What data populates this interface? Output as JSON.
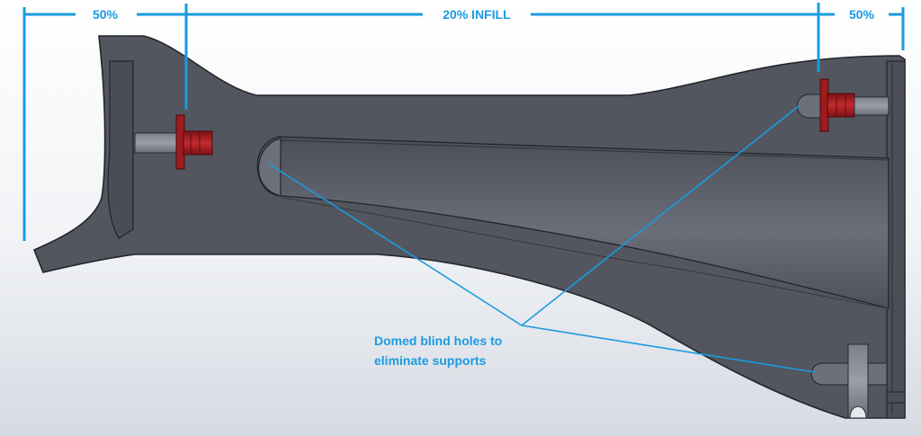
{
  "dimensions": {
    "left_label": "50%",
    "center_label": "20% INFILL",
    "right_label": "50%"
  },
  "callout": {
    "line1": "Domed blind holes to",
    "line2": "eliminate supports"
  },
  "colors": {
    "annotation": "#1a9be0",
    "part_body": "#53565f",
    "part_dark": "#3f424a",
    "part_edge": "#23252b",
    "insert_red": "#a01b1e",
    "background_top": "#ffffff",
    "background_bottom": "#d9dde5"
  }
}
